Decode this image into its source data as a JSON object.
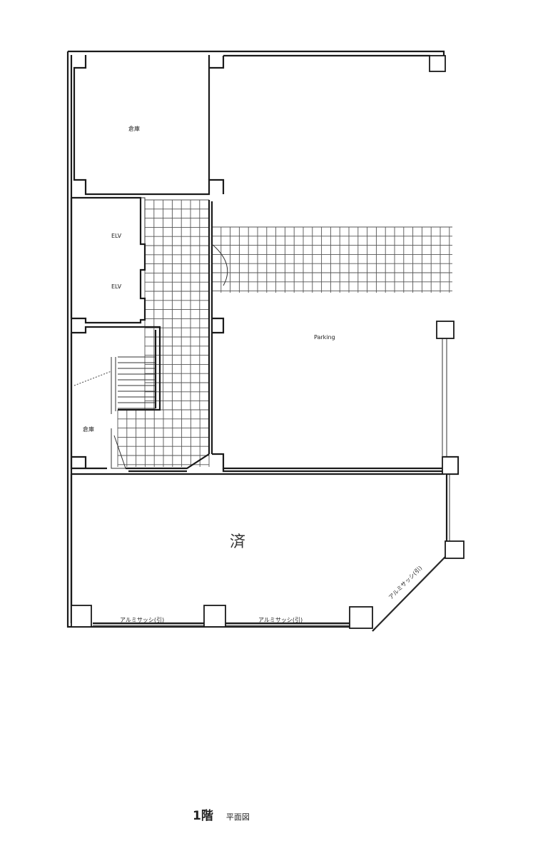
{
  "rooms": {
    "storage_top": "倉庫",
    "elv_1": "ELV",
    "elv_2": "ELV",
    "storage_small": "倉庫",
    "parking": "Parking",
    "store": "済"
  },
  "sash_labels": {
    "front_left": "アルミサッシ(引)",
    "front_right": "アルミサッシ(引)",
    "diagonal": "アルミサッシ(引)"
  },
  "caption": {
    "floor": "1階",
    "title": "平面図"
  }
}
